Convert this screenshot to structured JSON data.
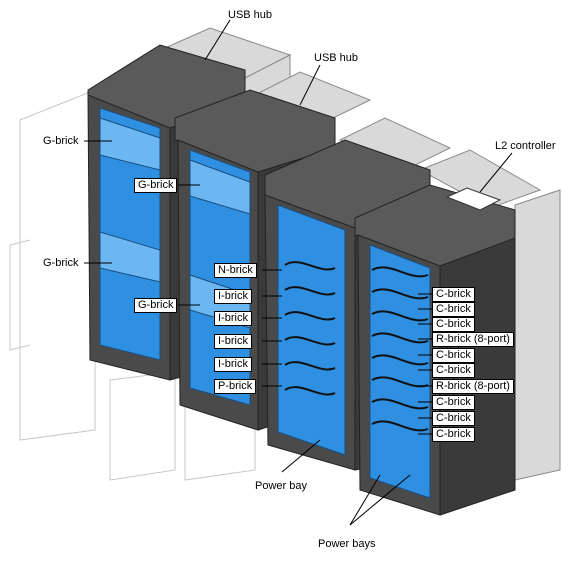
{
  "labels": {
    "usb_hub_1": "USB hub",
    "usb_hub_2": "USB hub",
    "l2_controller": "L2 controller",
    "g_brick_1": "G-brick",
    "g_brick_2": "G-brick",
    "g_brick_3": "G-brick",
    "g_brick_4": "G-brick",
    "n_brick": "N-brick",
    "i_brick_1": "I-brick",
    "i_brick_2": "I-brick",
    "i_brick_3": "I-brick",
    "i_brick_4": "I-brick",
    "p_brick": "P-brick",
    "power_bay": "Power bay",
    "power_bays": "Power bays",
    "c_brick_1": "C-brick",
    "c_brick_2": "C-brick",
    "c_brick_3": "C-brick",
    "r_brick_1": "R-brick (8-port)",
    "c_brick_4": "C-brick",
    "c_brick_5": "C-brick",
    "r_brick_2": "R-brick (8-port)",
    "c_brick_6": "C-brick",
    "c_brick_7": "C-brick",
    "c_brick_8": "C-brick"
  },
  "colors": {
    "cabinet_dark": "#4a4a4a",
    "cabinet_top": "#5c5c5c",
    "cabinet_side": "#3a3a3a",
    "back_panel": "#d6d6d6",
    "brick_blue": "#2f8fe0",
    "brick_blue_light": "#6cb6f2"
  }
}
